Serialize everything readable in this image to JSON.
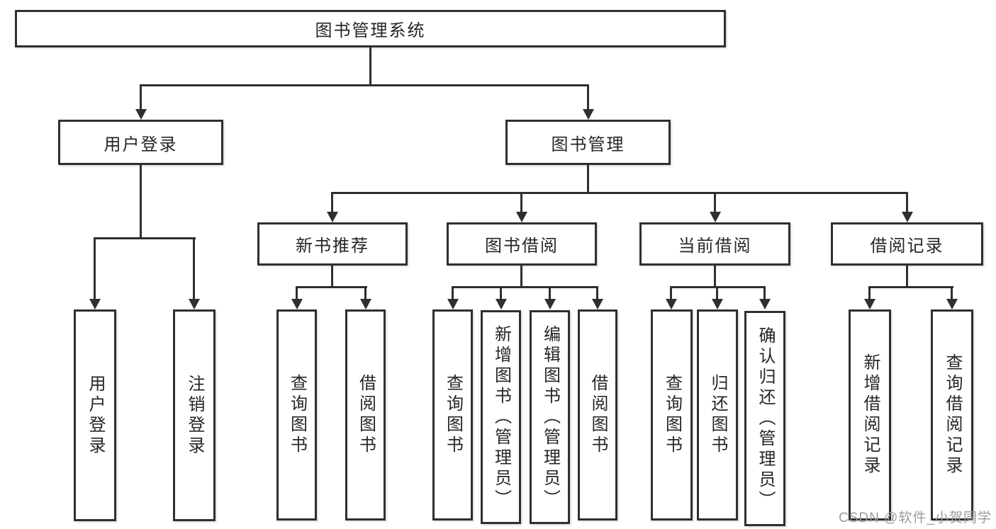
{
  "colors": {
    "line": "#2f2f2f",
    "text": "#262626",
    "box_bg": "#ffffff",
    "watermark": "#9b9b9b"
  },
  "diagram": {
    "type": "hierarchy",
    "root": {
      "label": "图书管理系统"
    },
    "branches": [
      {
        "label": "用户登录",
        "children": [
          {
            "label": "用户登录"
          },
          {
            "label": "注销登录"
          }
        ]
      },
      {
        "label": "图书管理",
        "children": [
          {
            "label": "新书推荐",
            "children": [
              {
                "label": "查询图书"
              },
              {
                "label": "借阅图书"
              }
            ]
          },
          {
            "label": "图书借阅",
            "children": [
              {
                "label": "查询图书"
              },
              {
                "label": "新增图书（管理员）"
              },
              {
                "label": "编辑图书（管理员）"
              },
              {
                "label": "借阅图书"
              }
            ]
          },
          {
            "label": "当前借阅",
            "children": [
              {
                "label": "查询图书"
              },
              {
                "label": "归还图书"
              },
              {
                "label": "确认归还（管理员）"
              }
            ]
          },
          {
            "label": "借阅记录",
            "children": [
              {
                "label": "新增借阅记录"
              },
              {
                "label": "查询借阅记录"
              }
            ]
          }
        ]
      }
    ]
  },
  "watermark": {
    "text": "CSDN @软件_小贺同学"
  }
}
